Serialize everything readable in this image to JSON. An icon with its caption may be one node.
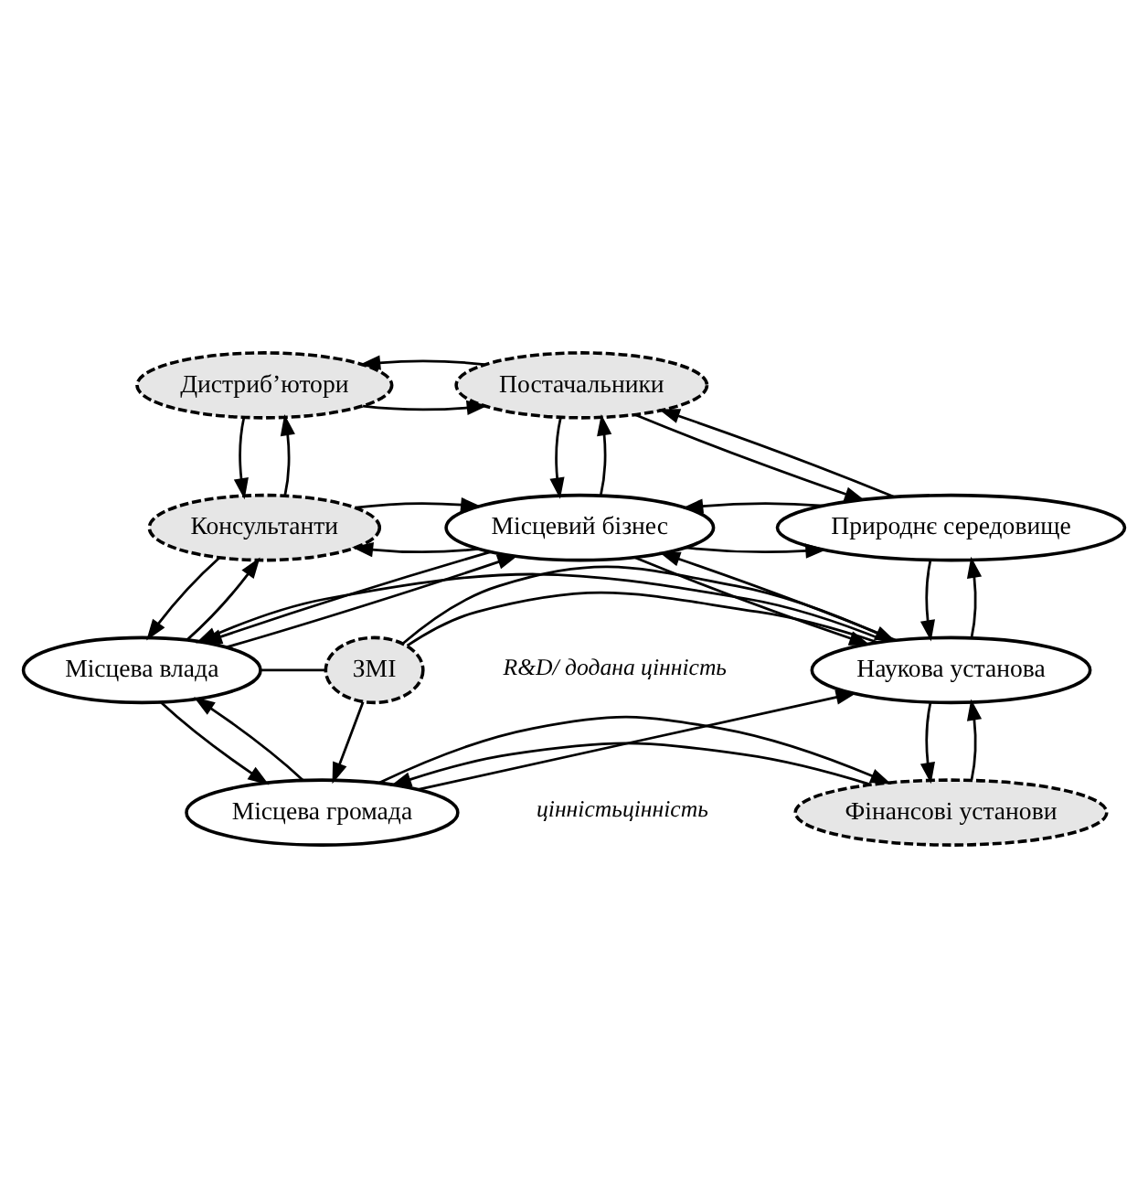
{
  "diagram": {
    "nodes": [
      {
        "text": [
          "Дистриб’ютори"
        ]
      },
      {
        "text": [
          "Постачальники"
        ]
      },
      {
        "text": [
          "Консультанти"
        ]
      },
      {
        "text": [
          "Місцевий бізнес"
        ]
      },
      {
        "text": [
          "Природнє середовище"
        ]
      },
      {
        "text": [
          "Місцева влада"
        ]
      },
      {
        "text": [
          "Наукова установа"
        ]
      },
      {
        "text": [
          "ЗМІ"
        ]
      },
      {
        "text": [
          "Місцева громада"
        ]
      },
      {
        "text": [
          "Фінансові установи"
        ]
      }
    ],
    "edges": [
      {
        "from": 0,
        "to": 1,
        "arrow": "to"
      },
      {
        "from": 1,
        "to": 0,
        "arrow": "to"
      },
      {
        "from": 0,
        "to": 2,
        "arrow": "to"
      },
      {
        "from": 2,
        "to": 0,
        "arrow": "to"
      },
      {
        "from": 1,
        "to": 3,
        "arrow": "to"
      },
      {
        "from": 3,
        "to": 1,
        "arrow": "to"
      },
      {
        "from": 3,
        "to": 2,
        "arrow": "to"
      },
      {
        "from": 2,
        "to": 3,
        "arrow": "to"
      },
      {
        "from": 1,
        "to": 4,
        "arrow": "to"
      },
      {
        "from": 4,
        "to": 1,
        "arrow": "to"
      },
      {
        "from": 3,
        "to": 4,
        "arrow": "to"
      },
      {
        "from": 4,
        "to": 3,
        "arrow": "to"
      },
      {
        "from": 2,
        "to": 5,
        "arrow": "to"
      },
      {
        "from": 5,
        "to": 2,
        "arrow": "to"
      },
      {
        "from": 3,
        "to": 5,
        "arrow": "to"
      },
      {
        "from": 5,
        "to": 3,
        "arrow": "to"
      },
      {
        "from": 4,
        "to": 6,
        "arrow": "to"
      },
      {
        "from": 6,
        "to": 4,
        "arrow": "to"
      },
      {
        "from": 3,
        "to": 6,
        "arrow": "to"
      },
      {
        "from": 6,
        "to": 3,
        "arrow": "to"
      },
      {
        "from": 6,
        "to": 5,
        "arrow": "to"
      },
      {
        "from": 5,
        "to": 7,
        "arrow": "none"
      },
      {
        "from": 6,
        "to": 7,
        "arrow": "none"
      },
      {
        "from": 7,
        "to": 6,
        "arrow": "to"
      },
      {
        "from": 7,
        "to": 8,
        "arrow": "to"
      },
      {
        "from": 8,
        "to": 6,
        "arrow": "to"
      },
      {
        "from": 5,
        "to": 8,
        "arrow": "to"
      },
      {
        "from": 8,
        "to": 5,
        "arrow": "to"
      },
      {
        "from": 6,
        "to": 9,
        "arrow": "to"
      },
      {
        "from": 9,
        "to": 6,
        "arrow": "to"
      },
      {
        "from": 9,
        "to": 8,
        "arrow": "to"
      },
      {
        "from": 8,
        "to": 9,
        "arrow": "to"
      }
    ],
    "labels": [
      "R&D/ додана цінність",
      "цінністьцінність"
    ]
  }
}
